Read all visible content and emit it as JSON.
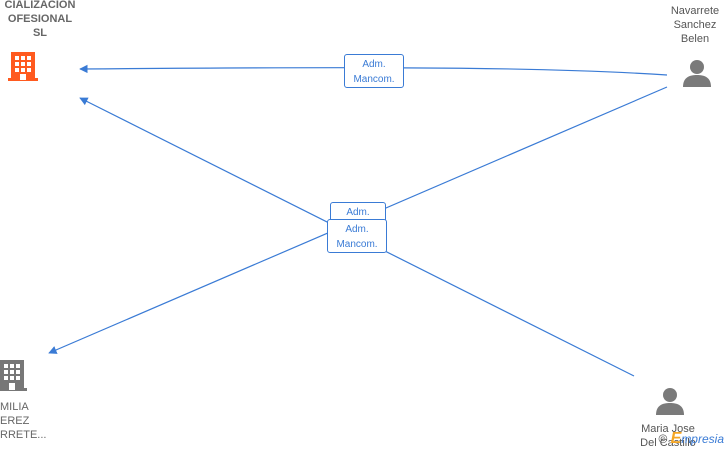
{
  "nodes": {
    "company_top": {
      "lines": [
        "CIALIZACION",
        "OFESIONAL",
        "SL"
      ],
      "color": "#ff5a1f"
    },
    "company_bottom": {
      "lines": [
        "MILIA",
        "EREZ",
        "RRETE..."
      ],
      "color": "#666666"
    },
    "person_top": {
      "lines": [
        "Navarrete",
        "Sanchez",
        "Belen"
      ]
    },
    "person_bottom": {
      "lines": [
        "Maria Jose",
        "Del Castillo"
      ]
    }
  },
  "edges": {
    "top_label": [
      "Adm.",
      "Mancom."
    ],
    "middle_back_label": [
      "Adm."
    ],
    "middle_front_label": [
      "Adm.",
      "Mancom."
    ]
  },
  "colors": {
    "edge": "#3a7bd5",
    "person": "#7a7a7a"
  },
  "watermark": {
    "copyright": "©",
    "brand_first": "E",
    "brand_rest": "mpresia"
  }
}
